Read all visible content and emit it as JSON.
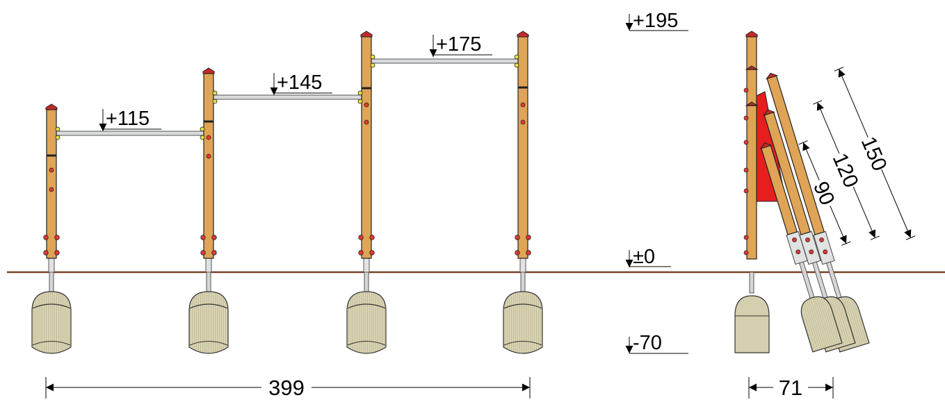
{
  "drawing": {
    "heights": {
      "bar_1": "+115",
      "bar_2": "+145",
      "bar_3": "+175",
      "top": "+195",
      "ground": "±0",
      "foundation": "-70"
    },
    "widths": {
      "front_total": "399",
      "side_total": "71"
    },
    "side_lengths": {
      "long": "150",
      "medium": "120",
      "short": "90"
    },
    "colors": {
      "post": "#E0A456",
      "cap": "#C62828",
      "bolt_red": "#E53935",
      "bolt_yellow": "#E6E045",
      "bar": "#D9DADC",
      "ground": "#7B3F26",
      "foundation": "#D4CFAE",
      "panel": "#E61E1E"
    }
  }
}
